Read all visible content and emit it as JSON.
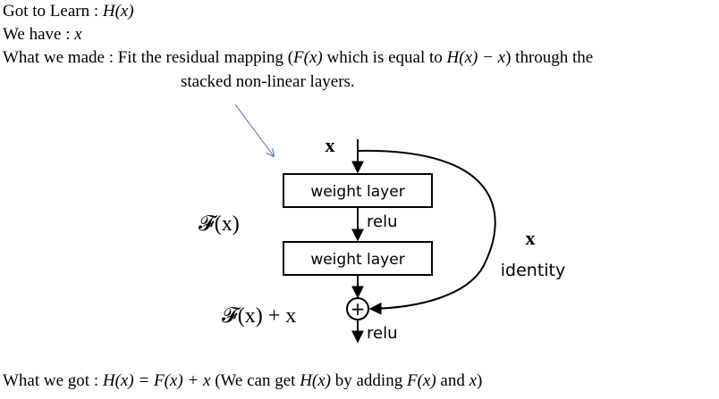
{
  "text": {
    "got_to_learn_label": "Got to Learn : ",
    "got_to_learn_value": "H(x)",
    "we_have_label": "We have : ",
    "we_have_value": "x",
    "made_prefix": "What we made : Fit the residual mapping (",
    "made_fx": "F(x)",
    "made_mid": " which is equal to ",
    "made_hx_minus_x": "H(x) − x",
    "made_suffix": ") through the",
    "made_line2": "stacked non-linear layers.",
    "got_prefix": "What we got : ",
    "got_equation": "H(x) = F(x) + x",
    "got_open": " (We can get ",
    "got_hx": "H(x)",
    "got_by": " by adding ",
    "got_fx": "F(x)",
    "got_and": " and ",
    "got_x": "x",
    "got_close": ")"
  },
  "diagram": {
    "input_label": "x",
    "layer1_label": "weight layer",
    "relu1_label": "relu",
    "layer2_label": "weight layer",
    "fx_label": "𝓕(x)",
    "sum_label": "𝓕(x) + x",
    "plus_symbol": "+",
    "relu2_label": "relu",
    "shortcut_x_label": "x",
    "identity_label": "identity"
  },
  "colors": {
    "pointer_arrow": "#4a6fb0",
    "stroke": "#000000"
  }
}
